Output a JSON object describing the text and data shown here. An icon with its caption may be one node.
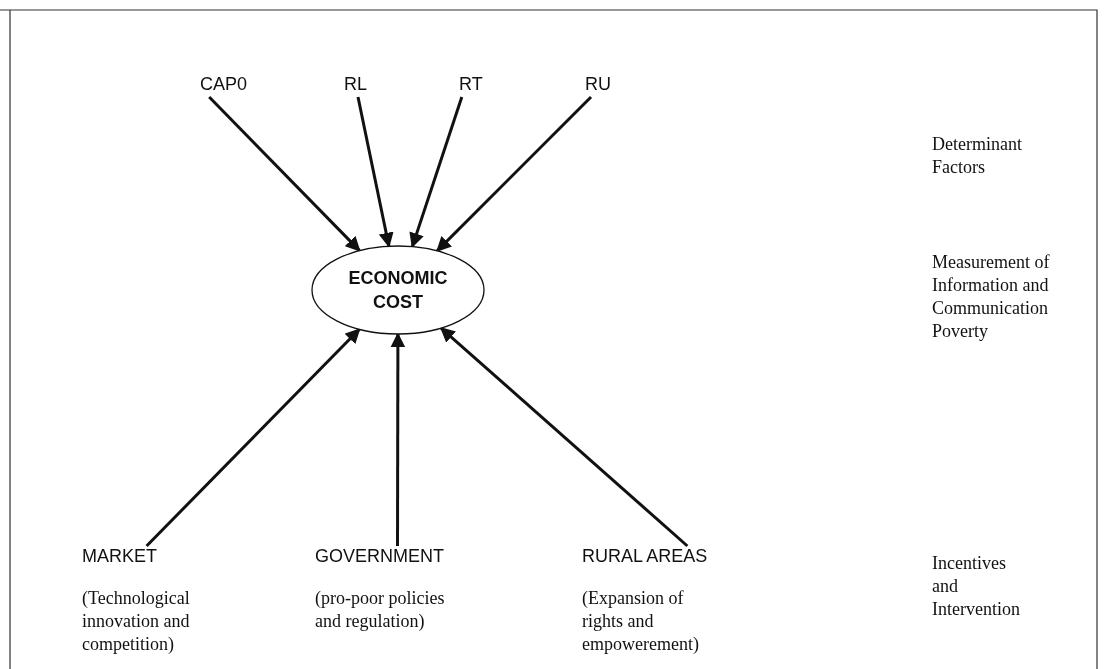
{
  "diagram": {
    "nodes": [
      {
        "text": [
          "CAP0"
        ]
      },
      {
        "text": [
          "RL"
        ]
      },
      {
        "text": [
          "RT"
        ]
      },
      {
        "text": [
          "RU"
        ]
      },
      {
        "text": [
          "ECONOMIC COST"
        ]
      },
      {
        "text": [
          "MARKET",
          "(Technological innovation and competition)"
        ]
      },
      {
        "text": [
          "GOVERNMENT",
          "(pro-poor policies and regulation)"
        ]
      },
      {
        "text": [
          "RURAL AREAS",
          "(Expansion of rights and empowerement)"
        ]
      }
    ],
    "edges": [
      {
        "from": 0,
        "to": 4,
        "arrow": "to"
      },
      {
        "from": 1,
        "to": 4,
        "arrow": "to"
      },
      {
        "from": 2,
        "to": 4,
        "arrow": "to"
      },
      {
        "from": 3,
        "to": 4,
        "arrow": "to"
      },
      {
        "from": 5,
        "to": 4,
        "arrow": "to"
      },
      {
        "from": 6,
        "to": 4,
        "arrow": "to"
      },
      {
        "from": 7,
        "to": 4,
        "arrow": "to"
      }
    ],
    "labels": [
      "Determinant Factors",
      "Measurement of Information and Communication Poverty",
      "Incentives and Intervention"
    ]
  }
}
